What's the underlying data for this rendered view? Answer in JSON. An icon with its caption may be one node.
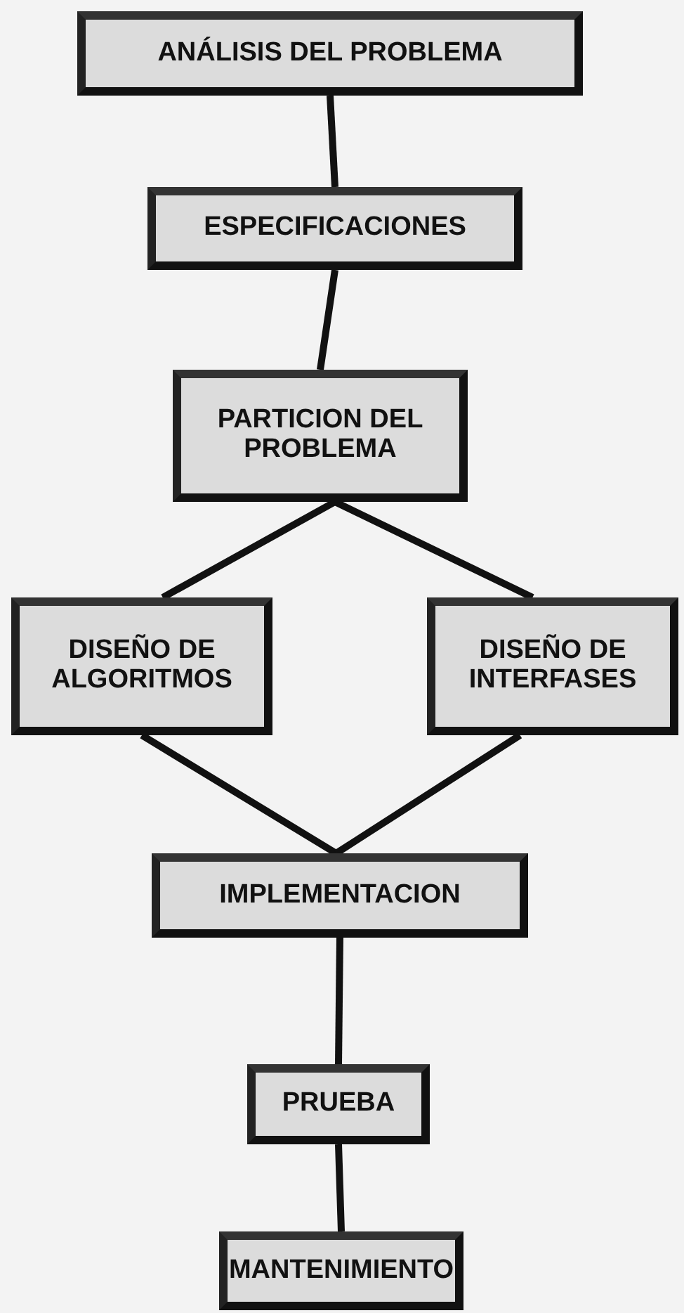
{
  "diagram": {
    "nodes": [
      {
        "text": [
          "ANÁLISIS DEL PROBLEMA"
        ]
      },
      {
        "text": [
          "ESPECIFICACIONES"
        ]
      },
      {
        "text": [
          "PARTICION DEL PROBLEMA"
        ]
      },
      {
        "text": [
          "DISEÑO DE ALGORITMOS"
        ]
      },
      {
        "text": [
          "DISEÑO DE INTERFASES"
        ]
      },
      {
        "text": [
          "IMPLEMENTACION"
        ]
      },
      {
        "text": [
          "PRUEBA"
        ]
      },
      {
        "text": [
          "MANTENIMIENTO"
        ]
      }
    ],
    "edges": [
      {
        "from": 0,
        "to": 1,
        "arrow": "none"
      },
      {
        "from": 1,
        "to": 2,
        "arrow": "none"
      },
      {
        "from": 2,
        "to": 3,
        "arrow": "none"
      },
      {
        "from": 2,
        "to": 4,
        "arrow": "none"
      },
      {
        "from": 3,
        "to": 5,
        "arrow": "none"
      },
      {
        "from": 4,
        "to": 5,
        "arrow": "none"
      },
      {
        "from": 5,
        "to": 6,
        "arrow": "none"
      },
      {
        "from": 6,
        "to": 7,
        "arrow": "none"
      }
    ]
  }
}
